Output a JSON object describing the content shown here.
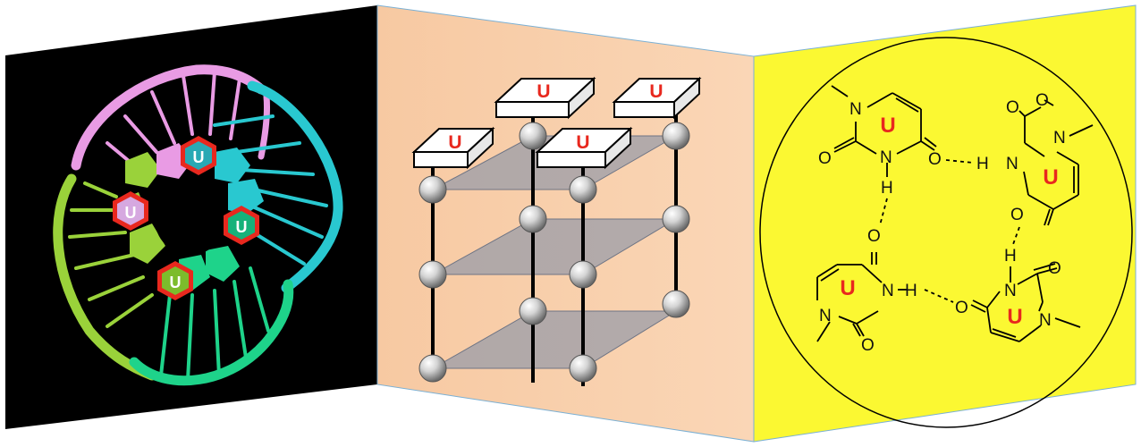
{
  "figure": {
    "panels": [
      {
        "id": "left",
        "background": "#000000",
        "content": "3D ribbon model of four-stranded RNA with U-tetrad"
      },
      {
        "id": "middle",
        "background": "#f9cfaa",
        "content": "schematic of stacked U tiles on four strands with tetrad planes"
      },
      {
        "id": "right",
        "background": "#fbf832",
        "content": "chemical structure of U-tetrad with hydrogen bonds"
      }
    ],
    "base_label": "U",
    "accent_color": "#e8281e",
    "strand_colors": [
      "#e99be4",
      "#29c8d0",
      "#9ad23a",
      "#1ed38a"
    ],
    "atoms": {
      "nitrogen": "N",
      "oxygen": "O",
      "hydrogen": "H"
    }
  }
}
